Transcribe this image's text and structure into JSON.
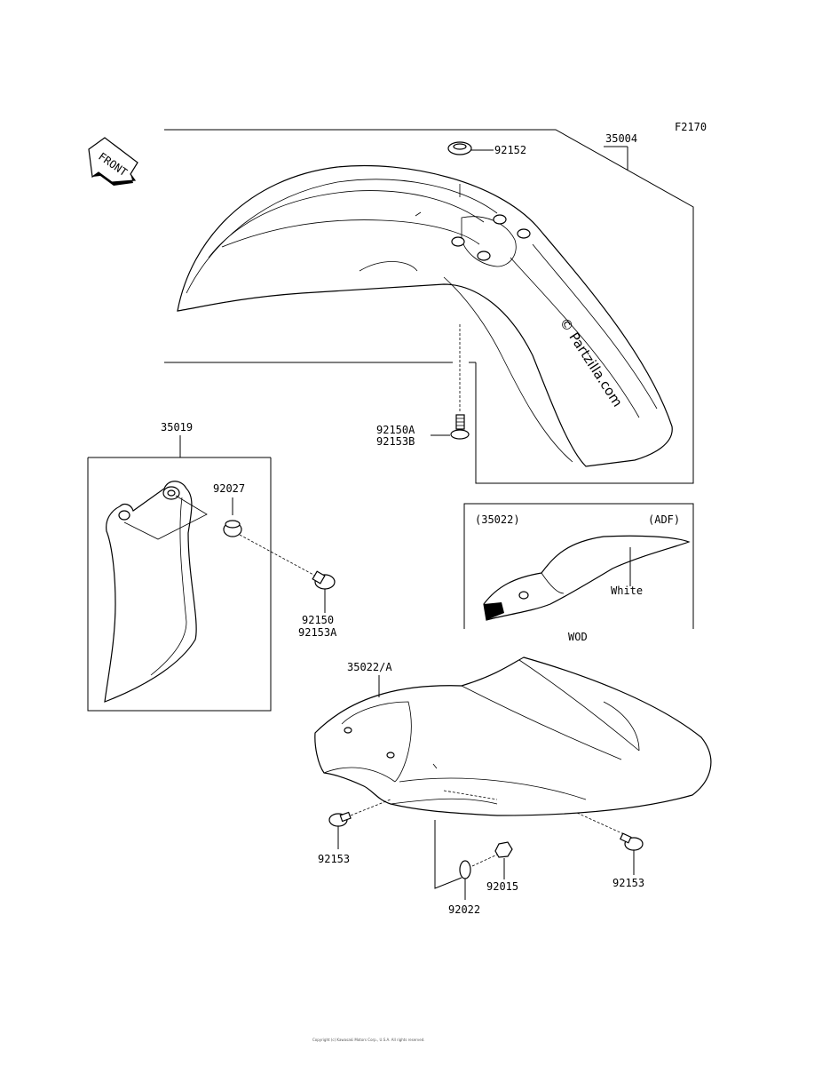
{
  "figure_code": "F2170",
  "front_label": "FRONT",
  "watermark": "© Partzilla.com",
  "parts": {
    "p35004": "35004",
    "p92152": "92152",
    "p92150A": "92150A",
    "p92153B": "92153B",
    "p35019": "35019",
    "p92027": "92027",
    "p92150": "92150",
    "p92153A": "92153A",
    "p35022": "(35022)",
    "adf": "(ADF)",
    "white": "White",
    "wod": "WOD",
    "p35022A": "35022/A",
    "p92153_left": "92153",
    "p92153_right": "92153",
    "p92015": "92015",
    "p92022": "92022"
  },
  "copyright": "Copyright (c) Kawasaki Motors Corp., U.S.A. All rights reserved."
}
